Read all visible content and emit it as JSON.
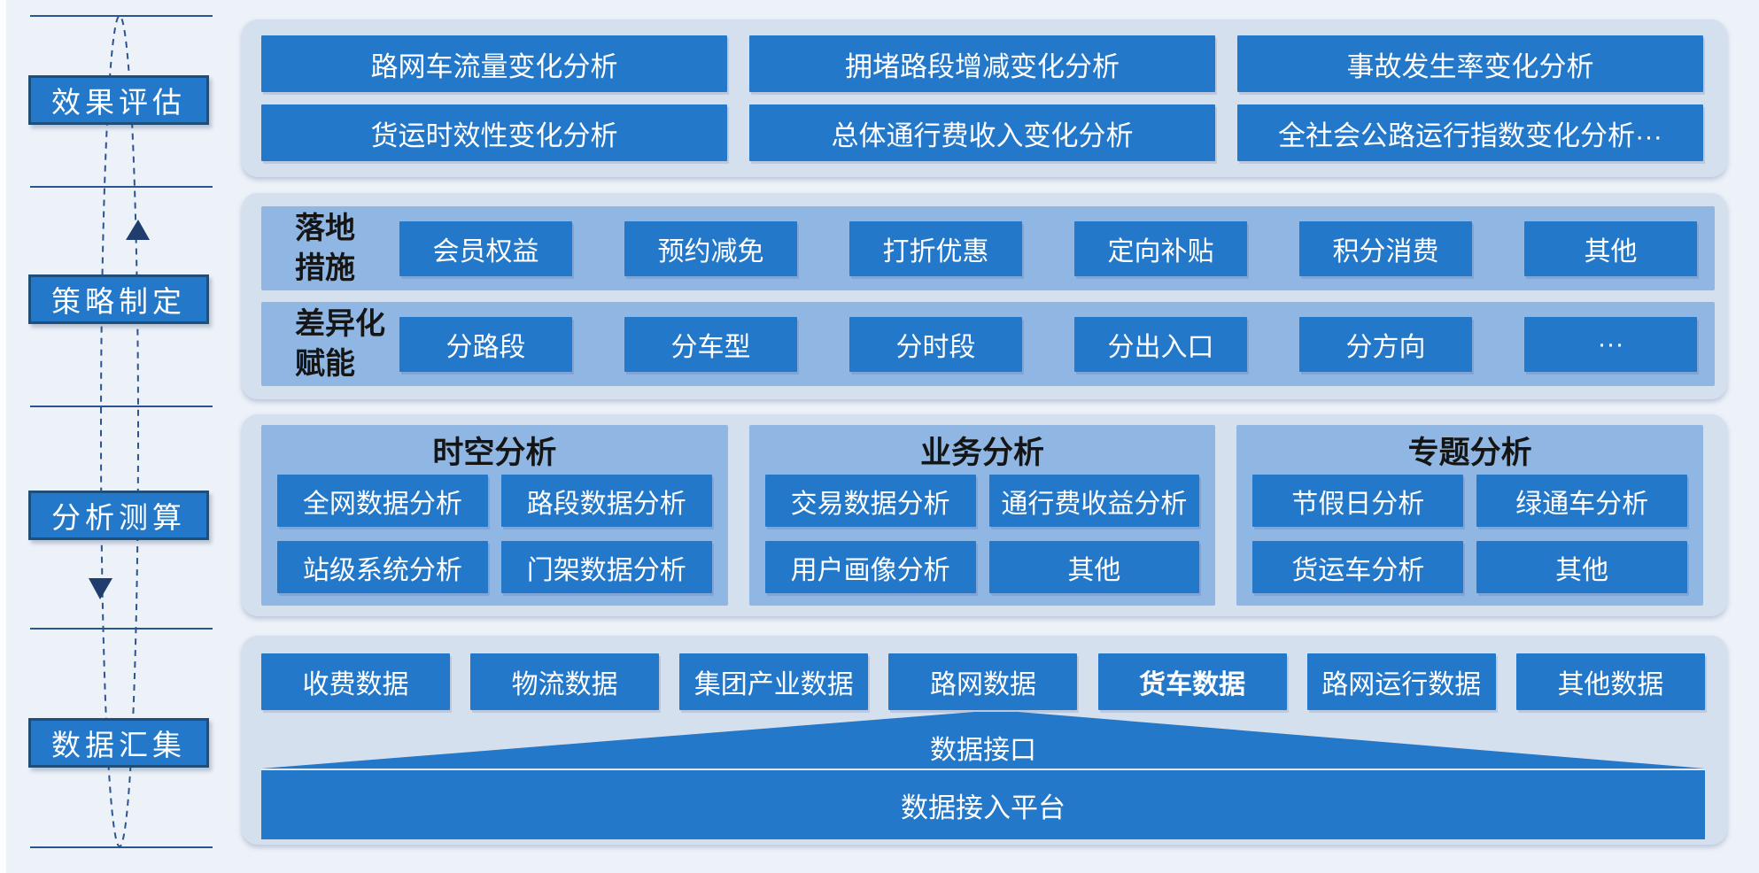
{
  "colors": {
    "page_bg": "#edf1f8",
    "container_bg": "#d5e0ef",
    "band_bg": "#90b7e4",
    "box_blue": "#2378c9",
    "navy_border": "#1f4e79",
    "arrow_navy": "#1f3d6d",
    "text_on_blue": "#ffffff",
    "text_dark": "#151515"
  },
  "left_rail": {
    "stages": [
      {
        "label": "效果评估"
      },
      {
        "label": "策略制定"
      },
      {
        "label": "分析测算"
      },
      {
        "label": "数据汇集"
      }
    ]
  },
  "evaluation": {
    "rows": [
      [
        "路网车流量变化分析",
        "拥堵路段增减变化分析",
        "事故发生率变化分析"
      ],
      [
        "货运时效性变化分析",
        "总体通行费收入变化分析",
        "全社会公路运行指数变化分析···"
      ]
    ]
  },
  "strategy": {
    "rows": [
      {
        "label": "落地\n措施",
        "items": [
          "会员权益",
          "预约减免",
          "打折优惠",
          "定向补贴",
          "积分消费",
          "其他"
        ]
      },
      {
        "label": "差异化\n赋能",
        "items": [
          "分路段",
          "分车型",
          "分时段",
          "分出入口",
          "分方向",
          "···"
        ]
      }
    ]
  },
  "analysis": {
    "groups": [
      {
        "title": "时空分析",
        "items": [
          "全网数据分析",
          "路段数据分析",
          "站级系统分析",
          "门架数据分析"
        ]
      },
      {
        "title": "业务分析",
        "items": [
          "交易数据分析",
          "通行费收益分析",
          "用户画像分析",
          "其他"
        ]
      },
      {
        "title": "专题分析",
        "items": [
          "节假日分析",
          "绿通车分析",
          "货运车分析",
          "其他"
        ]
      }
    ]
  },
  "data_layer": {
    "sources": [
      "收费数据",
      "物流数据",
      "集团产业数据",
      "路网数据",
      "货车数据",
      "路网运行数据",
      "其他数据"
    ],
    "emphasized_source": "货车数据",
    "interface_label": "数据接口",
    "platform_label": "数据接入平台"
  }
}
